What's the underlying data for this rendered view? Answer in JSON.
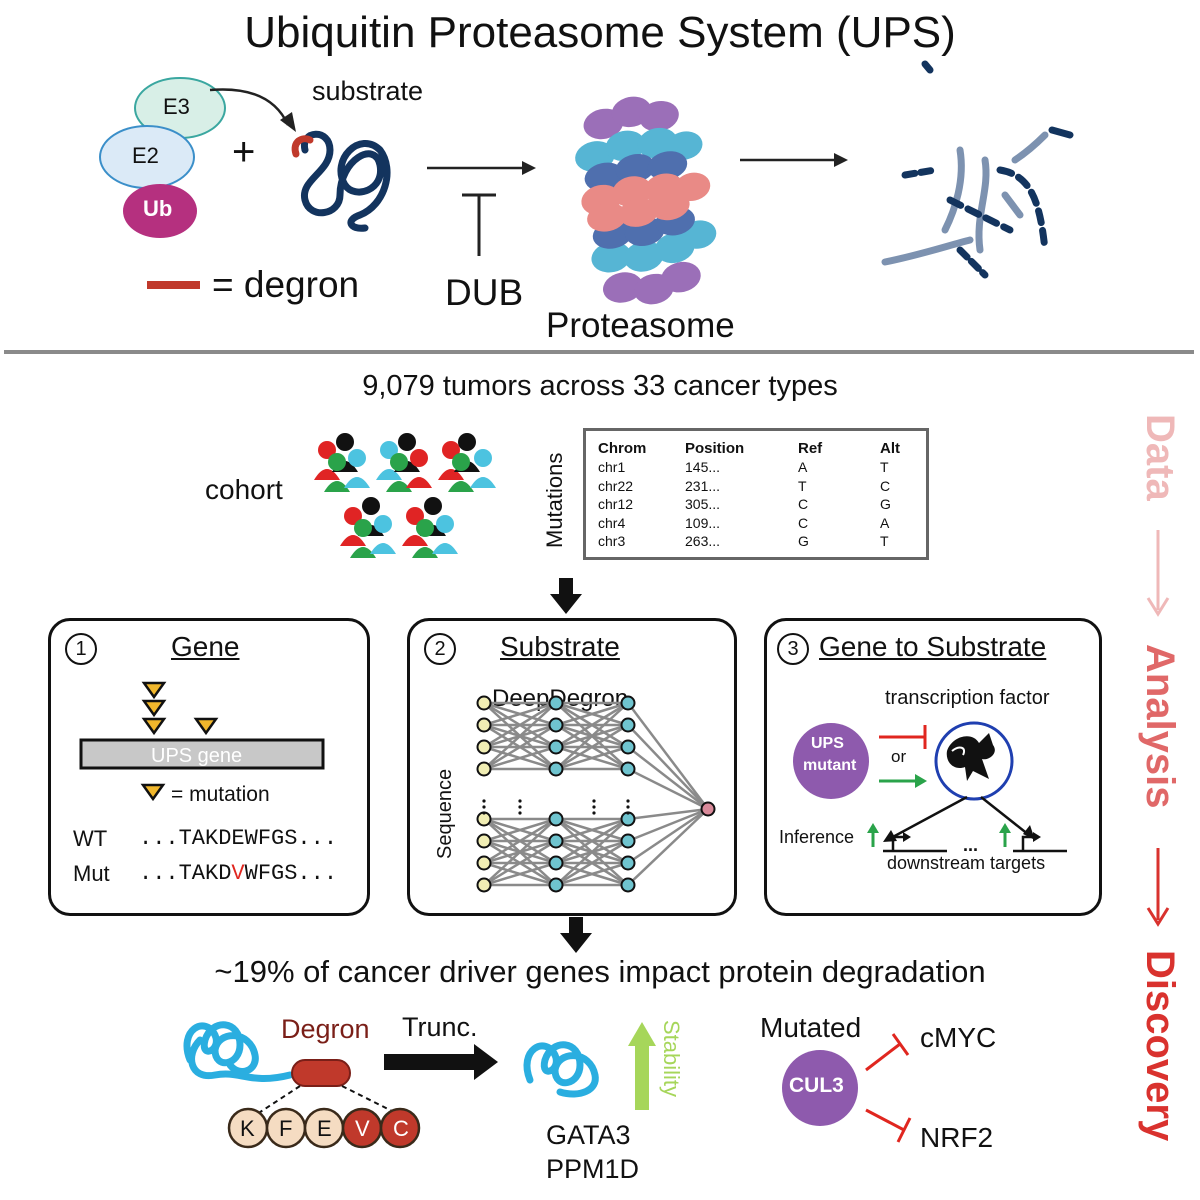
{
  "title": "Ubiquitin Proteasome System (UPS)",
  "ups": {
    "e3": "E3",
    "e2": "E2",
    "ub": "Ub",
    "plus": "+",
    "substrate": "substrate",
    "degron_legend": "= degron",
    "dub": "DUB",
    "proteasome": "Proteasome"
  },
  "data_section": {
    "headline": "9,079 tumors across 33 cancer types",
    "cohort": "cohort",
    "mutations_label": "Mutations",
    "table": {
      "headers": [
        "Chrom",
        "Position",
        "Ref",
        "Alt"
      ],
      "rows": [
        [
          "chr1",
          "145...",
          "A",
          "T"
        ],
        [
          "chr22",
          "231...",
          "T",
          "C"
        ],
        [
          "chr12",
          "305...",
          "C",
          "G"
        ],
        [
          "chr4",
          "109...",
          "C",
          "A"
        ],
        [
          "chr3",
          "263...",
          "G",
          "T"
        ]
      ]
    }
  },
  "panels": {
    "gene": {
      "number": "1",
      "title": "Gene",
      "ups_gene": "UPS gene",
      "mutation_legend": "= mutation",
      "wt_label": "WT",
      "wt_seq": "...TAKDEWFGS...",
      "mut_label": "Mut",
      "mut_seq_pre": "...TAKD",
      "mut_seq_var": "V",
      "mut_seq_post": "WFGS..."
    },
    "substrate": {
      "number": "2",
      "title": "Substrate",
      "model": "DeepDegron",
      "sequence_label": "Sequence"
    },
    "gene_to_substrate": {
      "number": "3",
      "title": "Gene to Substrate",
      "tf": "transcription factor",
      "ups_mutant_1": "UPS",
      "ups_mutant_2": "mutant",
      "or": "or",
      "inference": "Inference",
      "dots": "...",
      "targets": "downstream targets"
    }
  },
  "discovery": {
    "headline": "~19% of cancer driver genes impact protein degradation",
    "degron": "Degron",
    "trunc": "Trunc.",
    "residues": [
      "K",
      "F",
      "E",
      "V",
      "C"
    ],
    "stability": "Stability",
    "gene1": "GATA3",
    "gene2": "PPM1D",
    "mutated": "Mutated",
    "cul3": "CUL3",
    "cmyc": "cMYC",
    "nrf2": "NRF2"
  },
  "side_labels": [
    "Data",
    "Analysis",
    "Discovery"
  ],
  "colors": {
    "degron_red": "#c0392b",
    "ub_magenta": "#b5307f",
    "e_teal": "#d8efe7",
    "e_blue": "#dbeaf7",
    "substrate_navy": "#13345e",
    "prot_purple": "#9b6fb8",
    "prot_cyan": "#56b5d4",
    "prot_blue": "#4f6fae",
    "prot_salmon": "#e98a86",
    "node_yellow": "#f1eeb4",
    "node_cyan": "#6fc4cf",
    "ups_purple": "#8e5aad",
    "inhibit_red": "#e0261f",
    "activate_green": "#2aa34a",
    "stability_green": "#a6d65a",
    "side_data": "#efb8b8",
    "side_analysis": "#e06868",
    "side_discovery": "#d9322e"
  }
}
